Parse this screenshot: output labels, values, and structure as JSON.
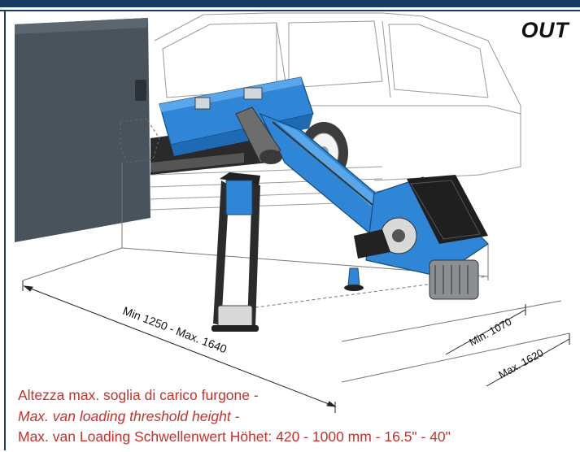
{
  "header": {
    "position_label": "OUT"
  },
  "dimensions": {
    "width_range": "Min 1250 - Max. 1640",
    "depth_min": "Min. 1070",
    "depth_max": "Max. 1620"
  },
  "caption": {
    "line_it": "Altezza max. soglia di carico furgone -",
    "line_en": "Max. van loading threshold height -",
    "line_de": "Max. van Loading Schwellenwert Höhet: 420 - 1000 mm - 16.5\" - 40\""
  },
  "colors": {
    "machine_blue": "#2f86d6",
    "caption_red": "#c7312b",
    "frame_navy": "#173b63"
  }
}
